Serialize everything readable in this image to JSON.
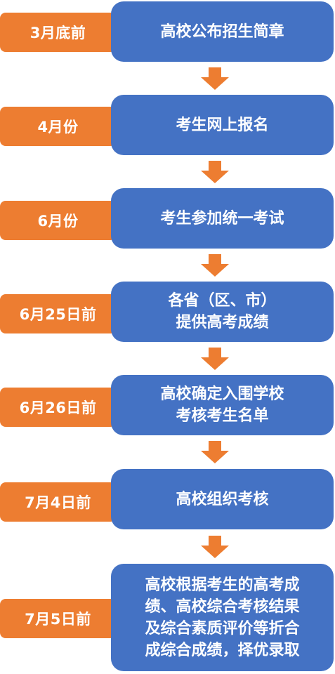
{
  "colors": {
    "date_tag": "#ED7D31",
    "step_box": "#4472C4",
    "arrow": "#ED7D31",
    "text": "#FFFFFF"
  },
  "steps": [
    {
      "date": "3月底前",
      "text": "高校公布招生简章"
    },
    {
      "date": "4月份",
      "text": "考生网上报名"
    },
    {
      "date": "6月份",
      "text": "考生参加统一考试"
    },
    {
      "date": "6月25日前",
      "text": "各省（区、市）\n提供高考成绩"
    },
    {
      "date": "6月26日前",
      "text": "高校确定入围学校\n考核考生名单"
    },
    {
      "date": "7月4日前",
      "text": "高校组织考核"
    },
    {
      "date": "7月5日前",
      "text": "高校根据考生的高考成\n绩、高校综合考核结果\n及综合素质评价等折合\n成综合成绩，择优录取"
    }
  ]
}
